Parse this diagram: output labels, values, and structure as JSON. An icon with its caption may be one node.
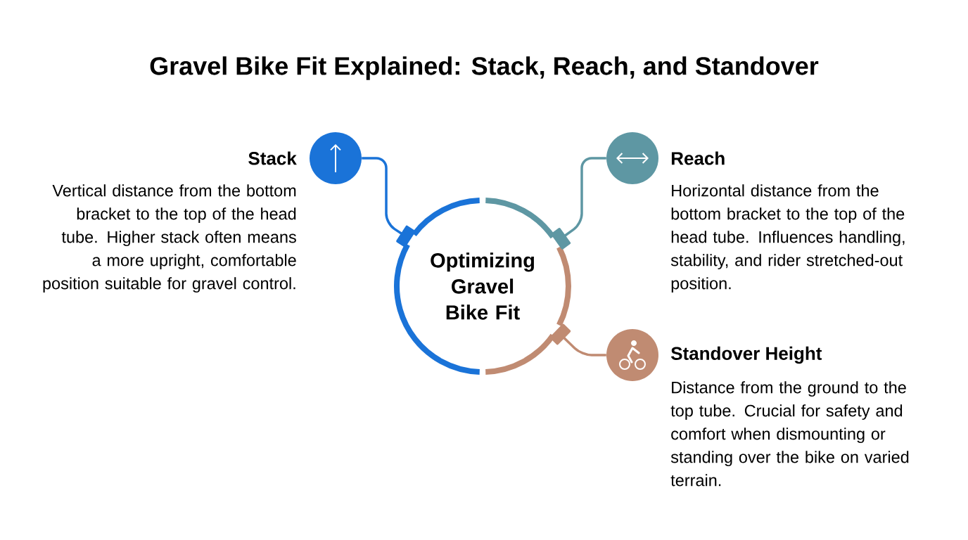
{
  "diagram": {
    "title": "Gravel Bike Fit Explained: Stack, Reach, and Standover",
    "nodes": [
      {
        "text": [
          "Optimizing Gravel Bike Fit"
        ]
      },
      {
        "text": [],
        "shape": "circle",
        "beside": [
          "Stack",
          "Vertical distance from the bottom bracket to the top of the head tube. Higher stack often means a more upright, comfortable position suitable for gravel control."
        ]
      },
      {
        "text": [],
        "shape": "circle",
        "beside": [
          "Reach",
          "Horizontal distance from the bottom bracket to the top of the head tube. Influences handling, stability, and rider stretched-out position."
        ]
      },
      {
        "text": [],
        "shape": "circle",
        "beside": [
          "Standover Height",
          "Distance from the ground to the top tube. Crucial for safety and comfort when dismounting or standing over the bike on varied terrain."
        ]
      }
    ],
    "edges": [
      {
        "from": 1,
        "to": 0,
        "arrow": "other",
        "color": "#1a73d8"
      },
      {
        "from": 2,
        "to": 0,
        "arrow": "other",
        "color": "#5e97a3"
      },
      {
        "from": 3,
        "to": 0,
        "arrow": "other",
        "color": "#c08b72"
      }
    ]
  }
}
